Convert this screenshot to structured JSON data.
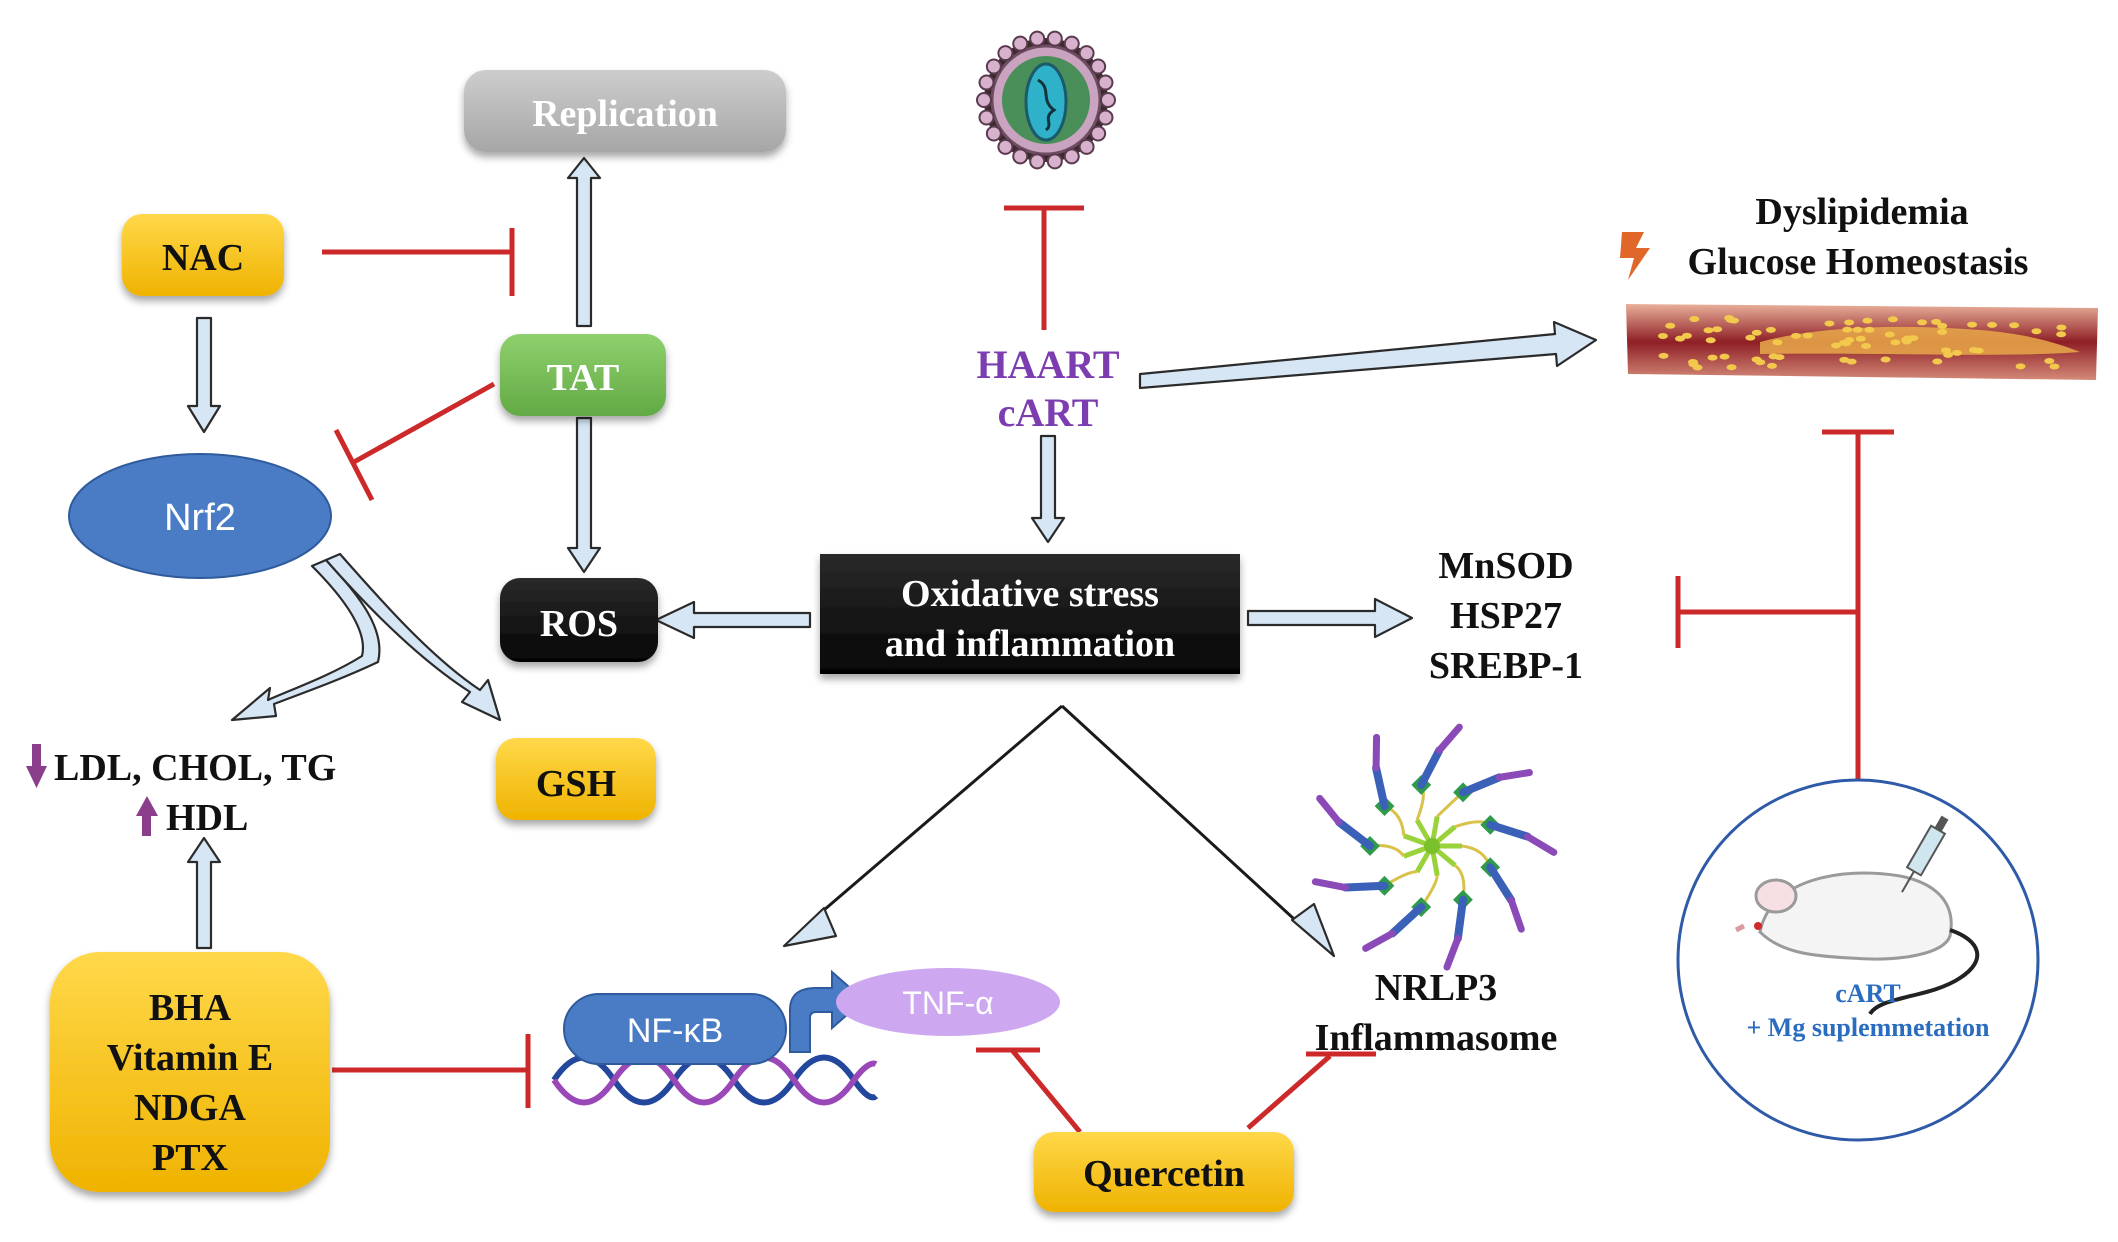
{
  "nodes": {
    "replication": "Replication",
    "nac": "NAC",
    "tat": "TAT",
    "nrf2": "Nrf2",
    "ros": "ROS",
    "gsh": "GSH",
    "oxidative_line1": "Oxidative stress",
    "oxidative_line2": "and inflammation",
    "haart": "HAART",
    "cart": "cART",
    "lipids_down": "LDL, CHOL, TG",
    "lipids_up": "HDL",
    "antioxidants": [
      "BHA",
      "Vitamin E",
      "NDGA",
      "PTX"
    ],
    "nfkb": "NF-κB",
    "tnfa": "TNF-α",
    "nlrp3_line1": "NRLP3",
    "nlrp3_line2": "Inflammasome",
    "quercetin": "Quercetin",
    "markers": [
      "MnSOD",
      "HSP27",
      "SREBP-1"
    ],
    "dyslipidemia": "Dyslipidemia",
    "glucose": "Glucose Homeostasis",
    "mouse_line1": "cART",
    "mouse_line2": "+ Mg suplemmetation"
  },
  "icons": {
    "virus": "hiv-virus-icon",
    "vessel": "atherosclerotic-vessel-icon",
    "inflammasome": "nlrp3-inflammasome-icon",
    "dna": "dna-helix-icon",
    "mouse": "mouse-injection-icon",
    "lightning": "lightning-icon",
    "down_arrow": "down-arrow-icon",
    "up_arrow": "up-arrow-icon"
  },
  "colors": {
    "yellow_box": "#f5c000",
    "green_box": "#74bb55",
    "blue_node": "#4a7cc6",
    "gray_box": "#b6b6b6",
    "black_box": "#111111",
    "haart_text": "#7c3db0",
    "inhibition": "#cc2a2a",
    "tnf": "#cda8f0",
    "mouse_text": "#2a6cc0"
  }
}
